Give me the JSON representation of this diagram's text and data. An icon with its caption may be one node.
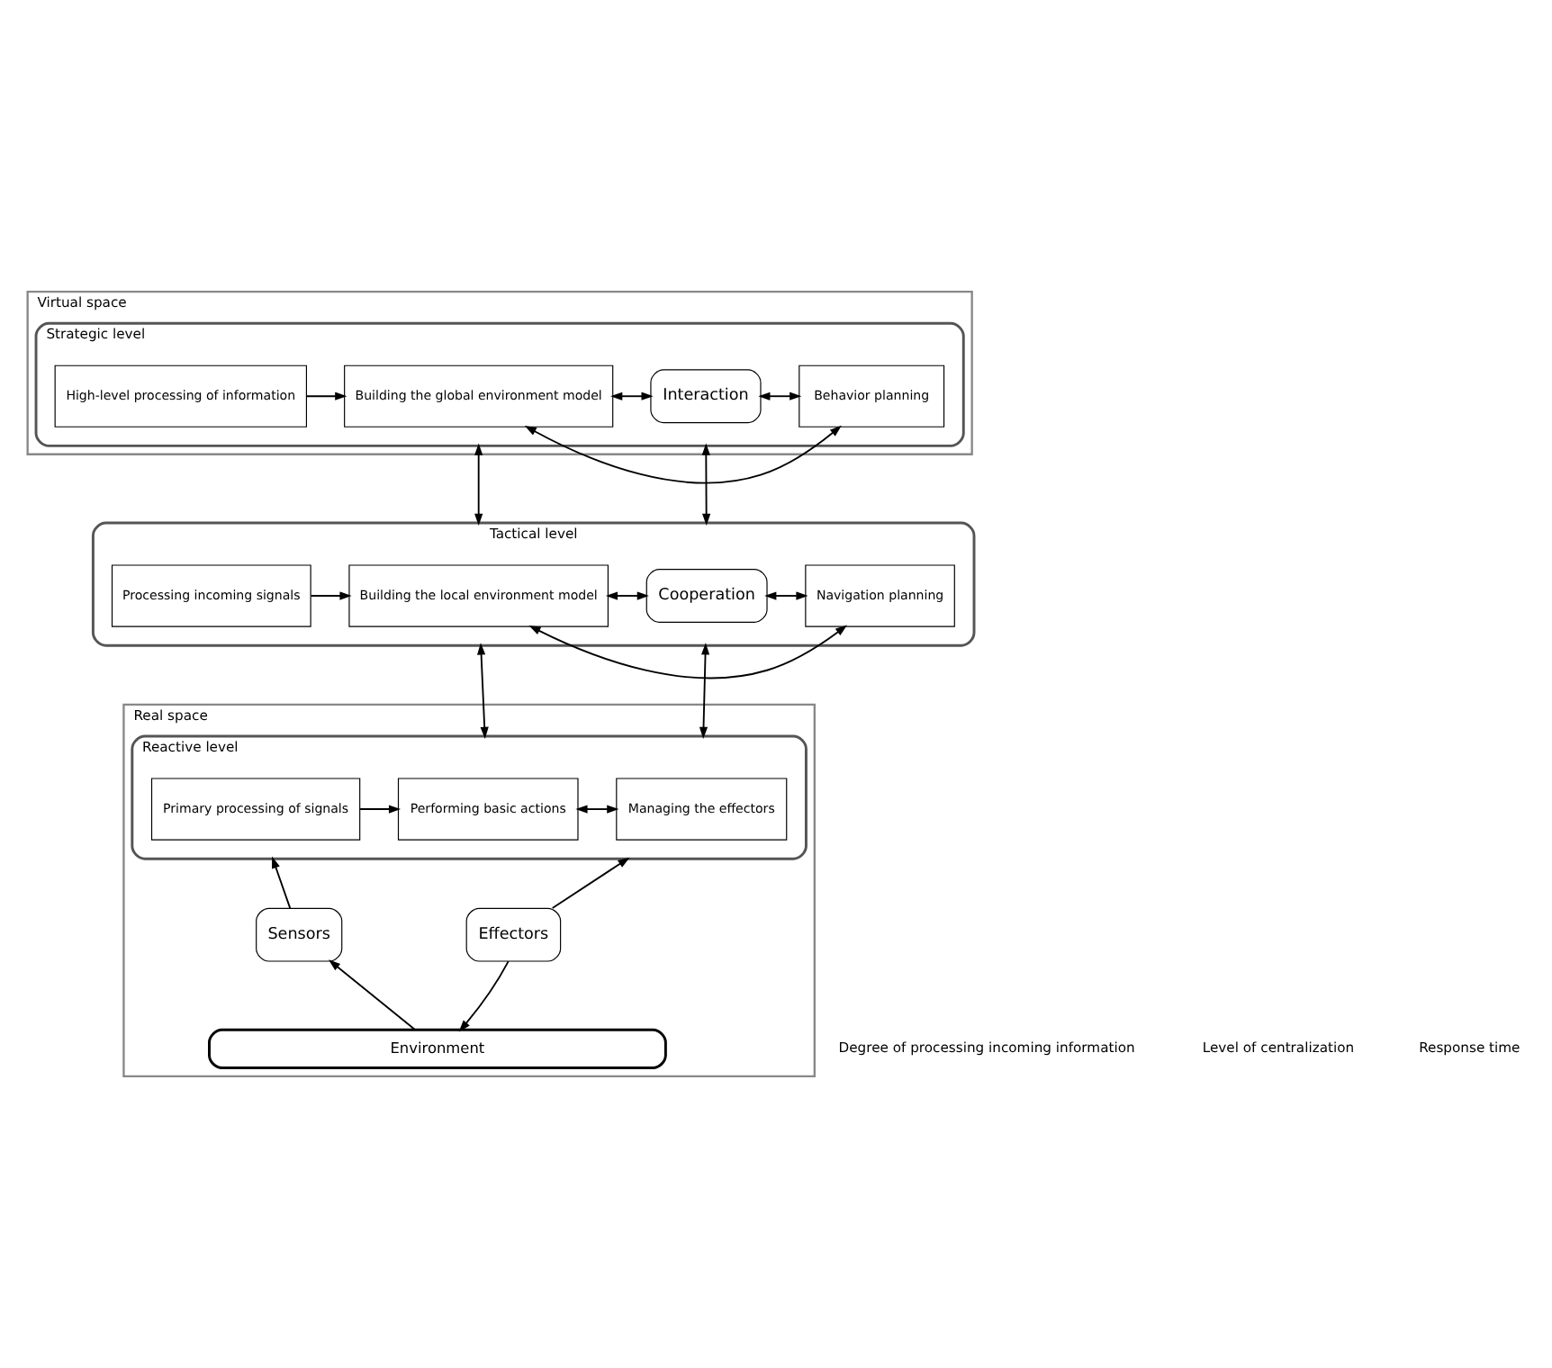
{
  "diagram": {
    "nodes": [
      {
        "text": [
          "Virtual space"
        ]
      },
      {
        "text": [
          "Strategic level"
        ],
        "in": 0
      },
      {
        "text": [
          "High-level processing of information"
        ],
        "in": 1
      },
      {
        "text": [
          "Building the global environment model"
        ],
        "in": 1
      },
      {
        "text": [
          "Interaction"
        ],
        "in": 1
      },
      {
        "text": [
          "Behavior planning"
        ],
        "in": 1
      },
      {
        "text": [
          "Tactical level"
        ]
      },
      {
        "text": [
          "Processing incoming signals"
        ],
        "in": 6
      },
      {
        "text": [
          "Building the local environment model"
        ],
        "in": 6
      },
      {
        "text": [
          "Cooperation"
        ],
        "in": 6
      },
      {
        "text": [
          "Navigation planning"
        ],
        "in": 6
      },
      {
        "text": [
          "Real space"
        ]
      },
      {
        "text": [
          "Reactive level"
        ],
        "in": 11
      },
      {
        "text": [
          "Primary processing of signals"
        ],
        "in": 12
      },
      {
        "text": [
          "Performing basic actions"
        ],
        "in": 12
      },
      {
        "text": [
          "Managing the effectors"
        ],
        "in": 12
      },
      {
        "text": [
          "Sensors"
        ],
        "in": 11
      },
      {
        "text": [
          "Effectors"
        ],
        "in": 11
      },
      {
        "text": [
          "Environment"
        ],
        "in": 11
      }
    ],
    "edges": [
      {
        "from": 2,
        "to": 3,
        "arrow": "to"
      },
      {
        "from": 3,
        "to": 4,
        "arrow": "both"
      },
      {
        "from": 4,
        "to": 5,
        "arrow": "both"
      },
      {
        "from": 3,
        "to": 5,
        "arrow": "both"
      },
      {
        "from": 6,
        "to": 1,
        "arrow": "both"
      },
      {
        "from": 6,
        "to": 1,
        "arrow": "both"
      },
      {
        "from": 7,
        "to": 8,
        "arrow": "to"
      },
      {
        "from": 8,
        "to": 9,
        "arrow": "both"
      },
      {
        "from": 9,
        "to": 10,
        "arrow": "both"
      },
      {
        "from": 8,
        "to": 10,
        "arrow": "both"
      },
      {
        "from": 12,
        "to": 6,
        "arrow": "both"
      },
      {
        "from": 12,
        "to": 6,
        "arrow": "both"
      },
      {
        "from": 13,
        "to": 14,
        "arrow": "to"
      },
      {
        "from": 14,
        "to": 15,
        "arrow": "both"
      },
      {
        "from": 16,
        "to": 12,
        "arrow": "to"
      },
      {
        "from": 17,
        "to": 12,
        "arrow": "to"
      },
      {
        "from": 18,
        "to": 16,
        "arrow": "to"
      },
      {
        "from": 17,
        "to": 18,
        "arrow": "to"
      }
    ],
    "labels": [
      "Degree of processing incoming information",
      "Level of centralization",
      "Response time"
    ]
  }
}
